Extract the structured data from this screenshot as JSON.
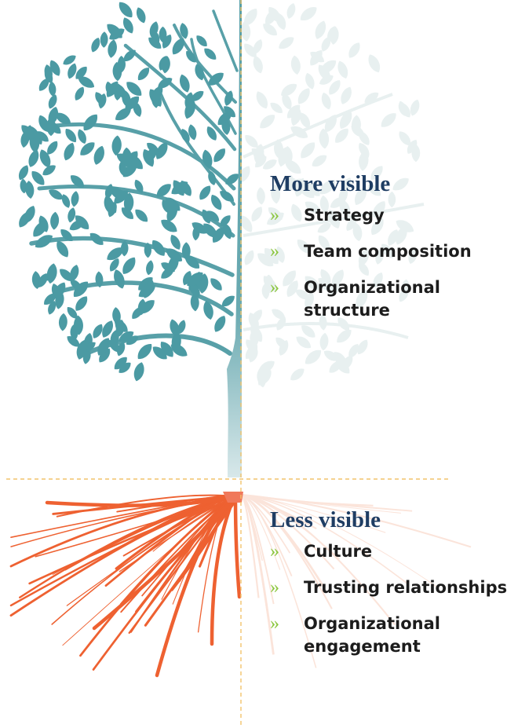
{
  "colors": {
    "canopy": "#4b9aa3",
    "canopy_faded": "#e8f0f0",
    "trunk": "#58a0a8",
    "roots": "#ee6131",
    "roots_faded": "#fbe4da",
    "divider": "#f2c36b",
    "heading": "#1f3d63",
    "bullet": "#8cc63f"
  },
  "icons": {
    "tree": "tree-illustration",
    "roots": "roots-illustration",
    "bullet": "double-chevron-icon"
  },
  "sections": {
    "visible": {
      "heading": "More visible",
      "items": [
        {
          "bullet": "»",
          "label": "Strategy"
        },
        {
          "bullet": "»",
          "label": "Team composition"
        },
        {
          "bullet": "»",
          "label": "Organizational structure"
        }
      ]
    },
    "hidden": {
      "heading": "Less visible",
      "items": [
        {
          "bullet": "»",
          "label": "Culture"
        },
        {
          "bullet": "»",
          "label": "Trusting relationships"
        },
        {
          "bullet": "»",
          "label": "Organizational engagement"
        }
      ]
    }
  }
}
